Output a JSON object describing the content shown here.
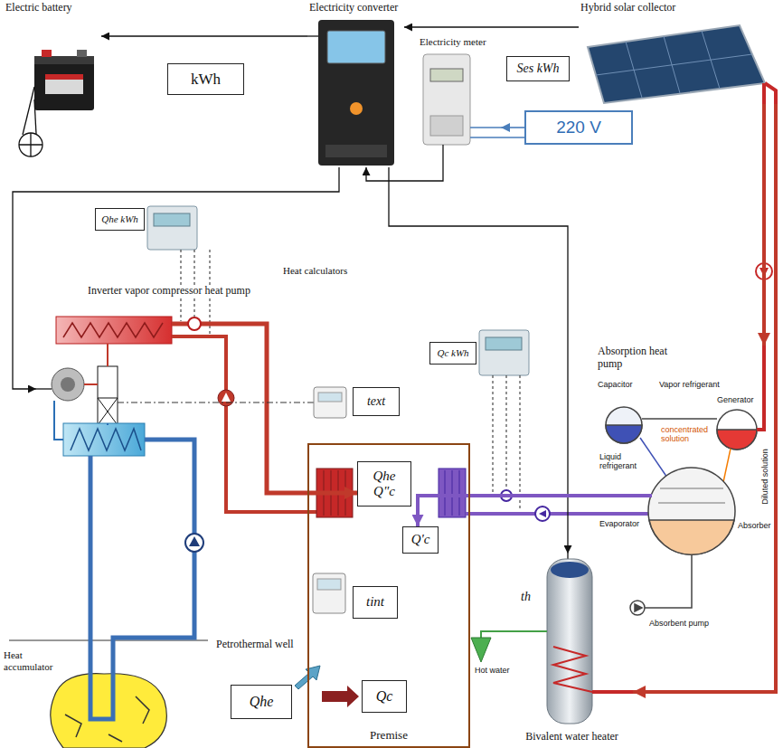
{
  "diagram": {
    "nodes": [
      {
        "text": [
          "Electric battery"
        ]
      },
      {
        "text": [
          "kWh"
        ]
      },
      {
        "text": [
          "Electricity converter"
        ]
      },
      {
        "text": [
          "Hybrid solar collector"
        ]
      },
      {
        "text": [
          "Electricity meter"
        ]
      },
      {
        "text": [
          "Ses kWh"
        ]
      },
      {
        "text": [
          "220 V"
        ]
      },
      {
        "text": [
          "Qhe kWh"
        ]
      },
      {
        "text": [
          "Qc kWh"
        ]
      },
      {
        "text": [
          "Inverter vapor compressor heat pump"
        ]
      },
      {
        "text": [
          "Absorption heat pump"
        ]
      },
      {
        "text": [
          "text"
        ]
      },
      {
        "text": [
          "Premise"
        ]
      },
      {
        "text": [
          "Qhe",
          "Q\"c"
        ],
        "in": 12
      },
      {
        "text": [
          "Q'c"
        ],
        "in": 12
      },
      {
        "text": [
          "tint"
        ],
        "in": 12
      },
      {
        "text": [
          "Qc"
        ],
        "in": 12
      },
      {
        "text": [
          "Qhe"
        ]
      },
      {
        "text": [
          "Bivalent water heater"
        ]
      },
      {
        "text": [
          "Heat accumulator"
        ]
      }
    ],
    "edges": [
      {
        "from": 3,
        "to": 2,
        "arrow": "to"
      },
      {
        "from": 2,
        "to": 0,
        "arrow": "to"
      },
      {
        "from": 6,
        "to": 4,
        "arrow": "to"
      },
      {
        "from": 4,
        "to": 2,
        "arrow": "to"
      },
      {
        "from": 2,
        "to": 9,
        "arrow": "to"
      },
      {
        "from": 2,
        "to": 18,
        "arrow": "to"
      },
      {
        "from": 9,
        "to": 13,
        "arrow": "to"
      },
      {
        "from": 10,
        "to": 14,
        "arrow": "to"
      },
      {
        "from": 3,
        "to": 10,
        "arrow": "to"
      },
      {
        "from": 3,
        "to": 18,
        "arrow": "to"
      },
      {
        "from": 9,
        "to": 19,
        "arrow": "none"
      }
    ],
    "labels": [
      "Heat calculators",
      "Capacitor",
      "Vapor refrigerant",
      "Generator",
      "concentrated solution",
      "Diluted solution",
      "Liquid refrigerant",
      "Evaporator",
      "Absorber",
      "Absorbent pump",
      "th",
      "Hot water",
      "Petrothermal well"
    ]
  }
}
